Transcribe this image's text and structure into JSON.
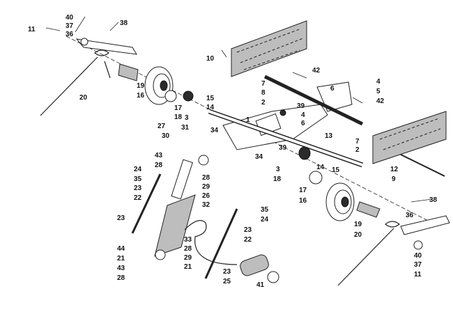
{
  "diagram": {
    "callouts": [
      {
        "id": "c-11a",
        "text": "11"
      },
      {
        "id": "c-40a",
        "text": "40"
      },
      {
        "id": "c-37a",
        "text": "37"
      },
      {
        "id": "c-36a",
        "text": "36"
      },
      {
        "id": "c-38a",
        "text": "38"
      },
      {
        "id": "c-20a",
        "text": "20"
      },
      {
        "id": "c-19a",
        "text": "19"
      },
      {
        "id": "c-16a",
        "text": "16"
      },
      {
        "id": "c-10",
        "text": "10"
      },
      {
        "id": "c-42a",
        "text": "42"
      },
      {
        "id": "c-7a",
        "text": "7"
      },
      {
        "id": "c-8",
        "text": "8"
      },
      {
        "id": "c-2a",
        "text": "2"
      },
      {
        "id": "c-6a",
        "text": "6"
      },
      {
        "id": "c-4a",
        "text": "4"
      },
      {
        "id": "c-5",
        "text": "5"
      },
      {
        "id": "c-42b",
        "text": "42"
      },
      {
        "id": "c-15a",
        "text": "15"
      },
      {
        "id": "c-14a",
        "text": "14"
      },
      {
        "id": "c-17a",
        "text": "17"
      },
      {
        "id": "c-18a",
        "text": "18"
      },
      {
        "id": "c-3a",
        "text": "3"
      },
      {
        "id": "c-31",
        "text": "31"
      },
      {
        "id": "c-1",
        "text": "1"
      },
      {
        "id": "c-39a",
        "text": "39"
      },
      {
        "id": "c-4b",
        "text": "4"
      },
      {
        "id": "c-6b",
        "text": "6"
      },
      {
        "id": "c-27",
        "text": "27"
      },
      {
        "id": "c-30",
        "text": "30"
      },
      {
        "id": "c-34a",
        "text": "34"
      },
      {
        "id": "c-13",
        "text": "13"
      },
      {
        "id": "c-7b",
        "text": "7"
      },
      {
        "id": "c-2b",
        "text": "2"
      },
      {
        "id": "c-43a",
        "text": "43"
      },
      {
        "id": "c-28a",
        "text": "28"
      },
      {
        "id": "c-39b",
        "text": "39"
      },
      {
        "id": "c-34b",
        "text": "34"
      },
      {
        "id": "c-24a",
        "text": "24"
      },
      {
        "id": "c-35a",
        "text": "35"
      },
      {
        "id": "c-23a",
        "text": "23"
      },
      {
        "id": "c-22a",
        "text": "22"
      },
      {
        "id": "c-28b",
        "text": "28"
      },
      {
        "id": "c-29a",
        "text": "29"
      },
      {
        "id": "c-26",
        "text": "26"
      },
      {
        "id": "c-32",
        "text": "32"
      },
      {
        "id": "c-3b",
        "text": "3"
      },
      {
        "id": "c-18b",
        "text": "18"
      },
      {
        "id": "c-14b",
        "text": "14"
      },
      {
        "id": "c-15b",
        "text": "15"
      },
      {
        "id": "c-12",
        "text": "12"
      },
      {
        "id": "c-9",
        "text": "9"
      },
      {
        "id": "c-17b",
        "text": "17"
      },
      {
        "id": "c-16b",
        "text": "16"
      },
      {
        "id": "c-23b",
        "text": "23"
      },
      {
        "id": "c-44",
        "text": "44"
      },
      {
        "id": "c-21a",
        "text": "21"
      },
      {
        "id": "c-43b",
        "text": "43"
      },
      {
        "id": "c-28c",
        "text": "28"
      },
      {
        "id": "c-33",
        "text": "33"
      },
      {
        "id": "c-28d",
        "text": "28"
      },
      {
        "id": "c-29b",
        "text": "29"
      },
      {
        "id": "c-21b",
        "text": "21"
      },
      {
        "id": "c-35b",
        "text": "35"
      },
      {
        "id": "c-24b",
        "text": "24"
      },
      {
        "id": "c-23c",
        "text": "23"
      },
      {
        "id": "c-22b",
        "text": "22"
      },
      {
        "id": "c-23d",
        "text": "23"
      },
      {
        "id": "c-25",
        "text": "25"
      },
      {
        "id": "c-41",
        "text": "41"
      },
      {
        "id": "c-38b",
        "text": "38"
      },
      {
        "id": "c-36b",
        "text": "36"
      },
      {
        "id": "c-19b",
        "text": "19"
      },
      {
        "id": "c-20b",
        "text": "20"
      },
      {
        "id": "c-40b",
        "text": "40"
      },
      {
        "id": "c-37b",
        "text": "37"
      },
      {
        "id": "c-11b",
        "text": "11"
      }
    ]
  }
}
